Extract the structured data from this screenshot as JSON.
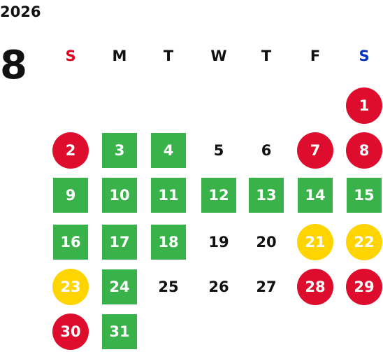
{
  "year": "2026",
  "month": "8",
  "colors": {
    "sunday": "#e6001f",
    "saturday": "#0033cc",
    "weekday": "#111111",
    "red": "#df0d2d",
    "green": "#39b24a",
    "yellow": "#ffd400"
  },
  "weekdays": [
    {
      "label": "S",
      "color": "#e6001f"
    },
    {
      "label": "M",
      "color": "#111111"
    },
    {
      "label": "T",
      "color": "#111111"
    },
    {
      "label": "W",
      "color": "#111111"
    },
    {
      "label": "T",
      "color": "#111111"
    },
    {
      "label": "F",
      "color": "#111111"
    },
    {
      "label": "S",
      "color": "#0033cc"
    }
  ],
  "weeks": [
    [
      {
        "day": "",
        "style": "plain"
      },
      {
        "day": "",
        "style": "plain"
      },
      {
        "day": "",
        "style": "plain"
      },
      {
        "day": "",
        "style": "plain"
      },
      {
        "day": "",
        "style": "plain"
      },
      {
        "day": "",
        "style": "plain"
      },
      {
        "day": "1",
        "style": "red"
      }
    ],
    [
      {
        "day": "2",
        "style": "red"
      },
      {
        "day": "3",
        "style": "green"
      },
      {
        "day": "4",
        "style": "green"
      },
      {
        "day": "5",
        "style": "plain"
      },
      {
        "day": "6",
        "style": "plain"
      },
      {
        "day": "7",
        "style": "red"
      },
      {
        "day": "8",
        "style": "red"
      }
    ],
    [
      {
        "day": "9",
        "style": "green"
      },
      {
        "day": "10",
        "style": "green"
      },
      {
        "day": "11",
        "style": "green"
      },
      {
        "day": "12",
        "style": "green"
      },
      {
        "day": "13",
        "style": "green"
      },
      {
        "day": "14",
        "style": "green"
      },
      {
        "day": "15",
        "style": "green"
      }
    ],
    [
      {
        "day": "16",
        "style": "green"
      },
      {
        "day": "17",
        "style": "green"
      },
      {
        "day": "18",
        "style": "green"
      },
      {
        "day": "19",
        "style": "plain"
      },
      {
        "day": "20",
        "style": "plain"
      },
      {
        "day": "21",
        "style": "yellow"
      },
      {
        "day": "22",
        "style": "yellow"
      }
    ],
    [
      {
        "day": "23",
        "style": "yellow"
      },
      {
        "day": "24",
        "style": "green"
      },
      {
        "day": "25",
        "style": "plain"
      },
      {
        "day": "26",
        "style": "plain"
      },
      {
        "day": "27",
        "style": "plain"
      },
      {
        "day": "28",
        "style": "red"
      },
      {
        "day": "29",
        "style": "red"
      }
    ],
    [
      {
        "day": "30",
        "style": "red"
      },
      {
        "day": "31",
        "style": "green"
      },
      {
        "day": "",
        "style": "plain"
      },
      {
        "day": "",
        "style": "plain"
      },
      {
        "day": "",
        "style": "plain"
      },
      {
        "day": "",
        "style": "plain"
      },
      {
        "day": "",
        "style": "plain"
      }
    ]
  ]
}
